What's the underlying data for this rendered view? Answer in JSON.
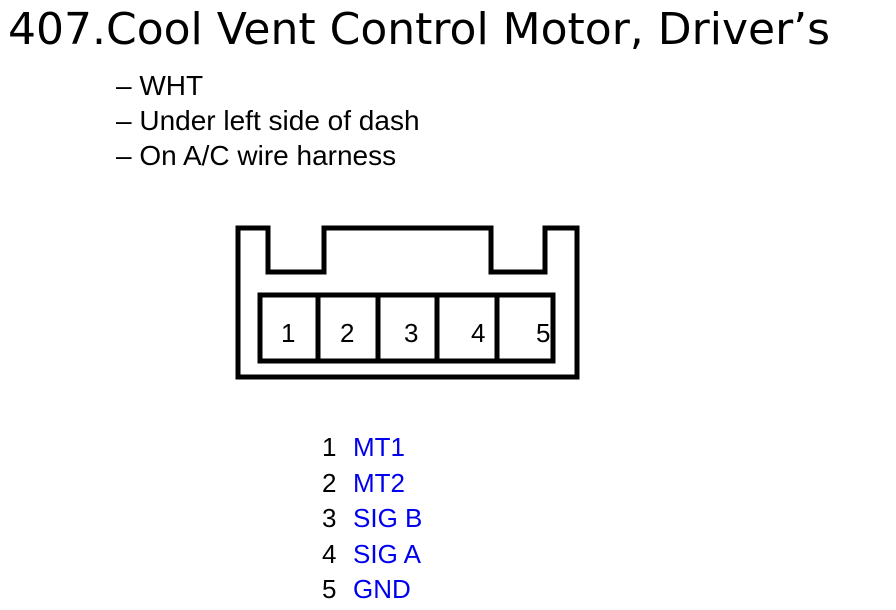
{
  "title": "407.Cool Vent Control Motor, Driver’s",
  "details": [
    "– WHT",
    "– Under left side of dash",
    "– On A/C wire harness"
  ],
  "connector": {
    "pin_labels": [
      "1",
      "2",
      "3",
      "4",
      "5"
    ]
  },
  "pinout": [
    {
      "pin": "1",
      "signal": "MT1"
    },
    {
      "pin": "2",
      "signal": "MT2"
    },
    {
      "pin": "3",
      "signal": "SIG B"
    },
    {
      "pin": "4",
      "signal": "SIG A"
    },
    {
      "pin": "5",
      "signal": "GND"
    }
  ],
  "colors": {
    "signal_text": "#0000ee",
    "outline": "#000000"
  }
}
